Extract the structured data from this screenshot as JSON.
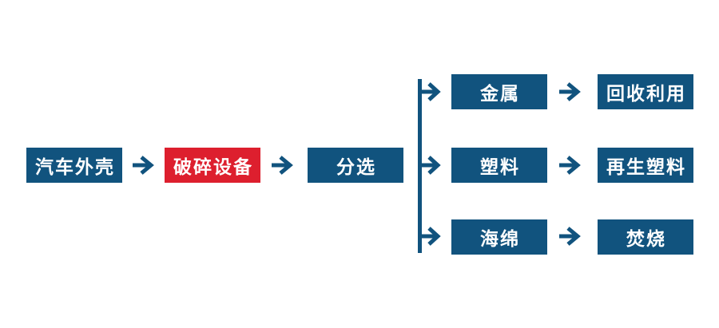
{
  "colors": {
    "box_blue": "#11537e",
    "box_red": "#dd1f2e",
    "arrow_blue": "#11537e",
    "text_white": "#ffffff",
    "background": "#ffffff"
  },
  "flowchart": {
    "main_flow": [
      {
        "label": "汽车外壳"
      },
      {
        "label": "破碎设备"
      },
      {
        "label": "分选"
      }
    ],
    "branches": [
      {
        "material": "金属",
        "outcome": "回收利用"
      },
      {
        "material": "塑料",
        "outcome": "再生塑料"
      },
      {
        "material": "海绵",
        "outcome": "焚烧"
      }
    ]
  }
}
